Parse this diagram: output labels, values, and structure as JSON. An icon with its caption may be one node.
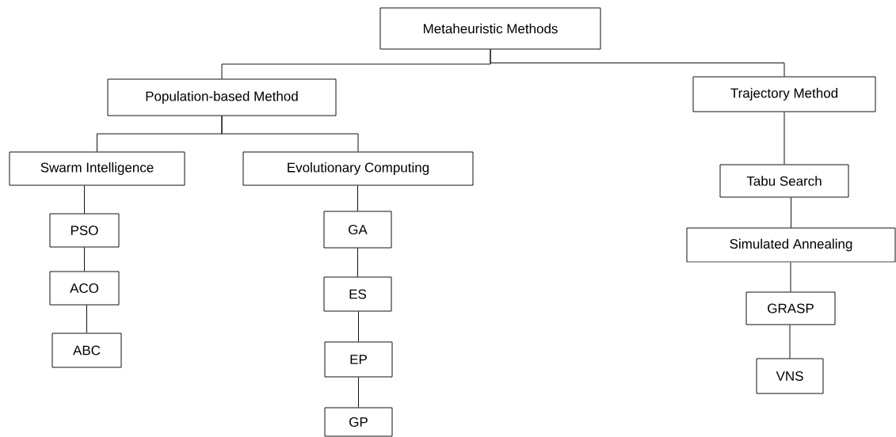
{
  "diagram": {
    "nodes": [
      {
        "text": [
          "Metaheuristic Methods"
        ]
      },
      {
        "text": [
          "Population-based Method"
        ]
      },
      {
        "text": [
          "Trajectory Method"
        ]
      },
      {
        "text": [
          "Swarm Intelligence"
        ]
      },
      {
        "text": [
          "Evolutionary Computing"
        ]
      },
      {
        "text": [
          "PSO"
        ]
      },
      {
        "text": [
          "ACO"
        ]
      },
      {
        "text": [
          "ABC"
        ]
      },
      {
        "text": [
          "GA"
        ]
      },
      {
        "text": [
          "ES"
        ]
      },
      {
        "text": [
          "EP"
        ]
      },
      {
        "text": [
          "GP"
        ]
      },
      {
        "text": [
          "Tabu Search"
        ]
      },
      {
        "text": [
          "Simulated Annealing"
        ]
      },
      {
        "text": [
          "GRASP"
        ]
      },
      {
        "text": [
          "VNS"
        ]
      }
    ],
    "edges": [
      {
        "from": 0,
        "to": 1,
        "arrow": "none"
      },
      {
        "from": 0,
        "to": 2,
        "arrow": "none"
      },
      {
        "from": 1,
        "to": 3,
        "arrow": "none"
      },
      {
        "from": 1,
        "to": 4,
        "arrow": "none"
      },
      {
        "from": 3,
        "to": 5,
        "arrow": "none"
      },
      {
        "from": 5,
        "to": 6,
        "arrow": "none"
      },
      {
        "from": 6,
        "to": 7,
        "arrow": "none"
      },
      {
        "from": 4,
        "to": 8,
        "arrow": "none"
      },
      {
        "from": 8,
        "to": 9,
        "arrow": "none"
      },
      {
        "from": 9,
        "to": 10,
        "arrow": "none"
      },
      {
        "from": 10,
        "to": 11,
        "arrow": "none"
      },
      {
        "from": 2,
        "to": 12,
        "arrow": "none"
      },
      {
        "from": 12,
        "to": 13,
        "arrow": "none"
      },
      {
        "from": 13,
        "to": 14,
        "arrow": "none"
      },
      {
        "from": 14,
        "to": 15,
        "arrow": "none"
      }
    ]
  }
}
